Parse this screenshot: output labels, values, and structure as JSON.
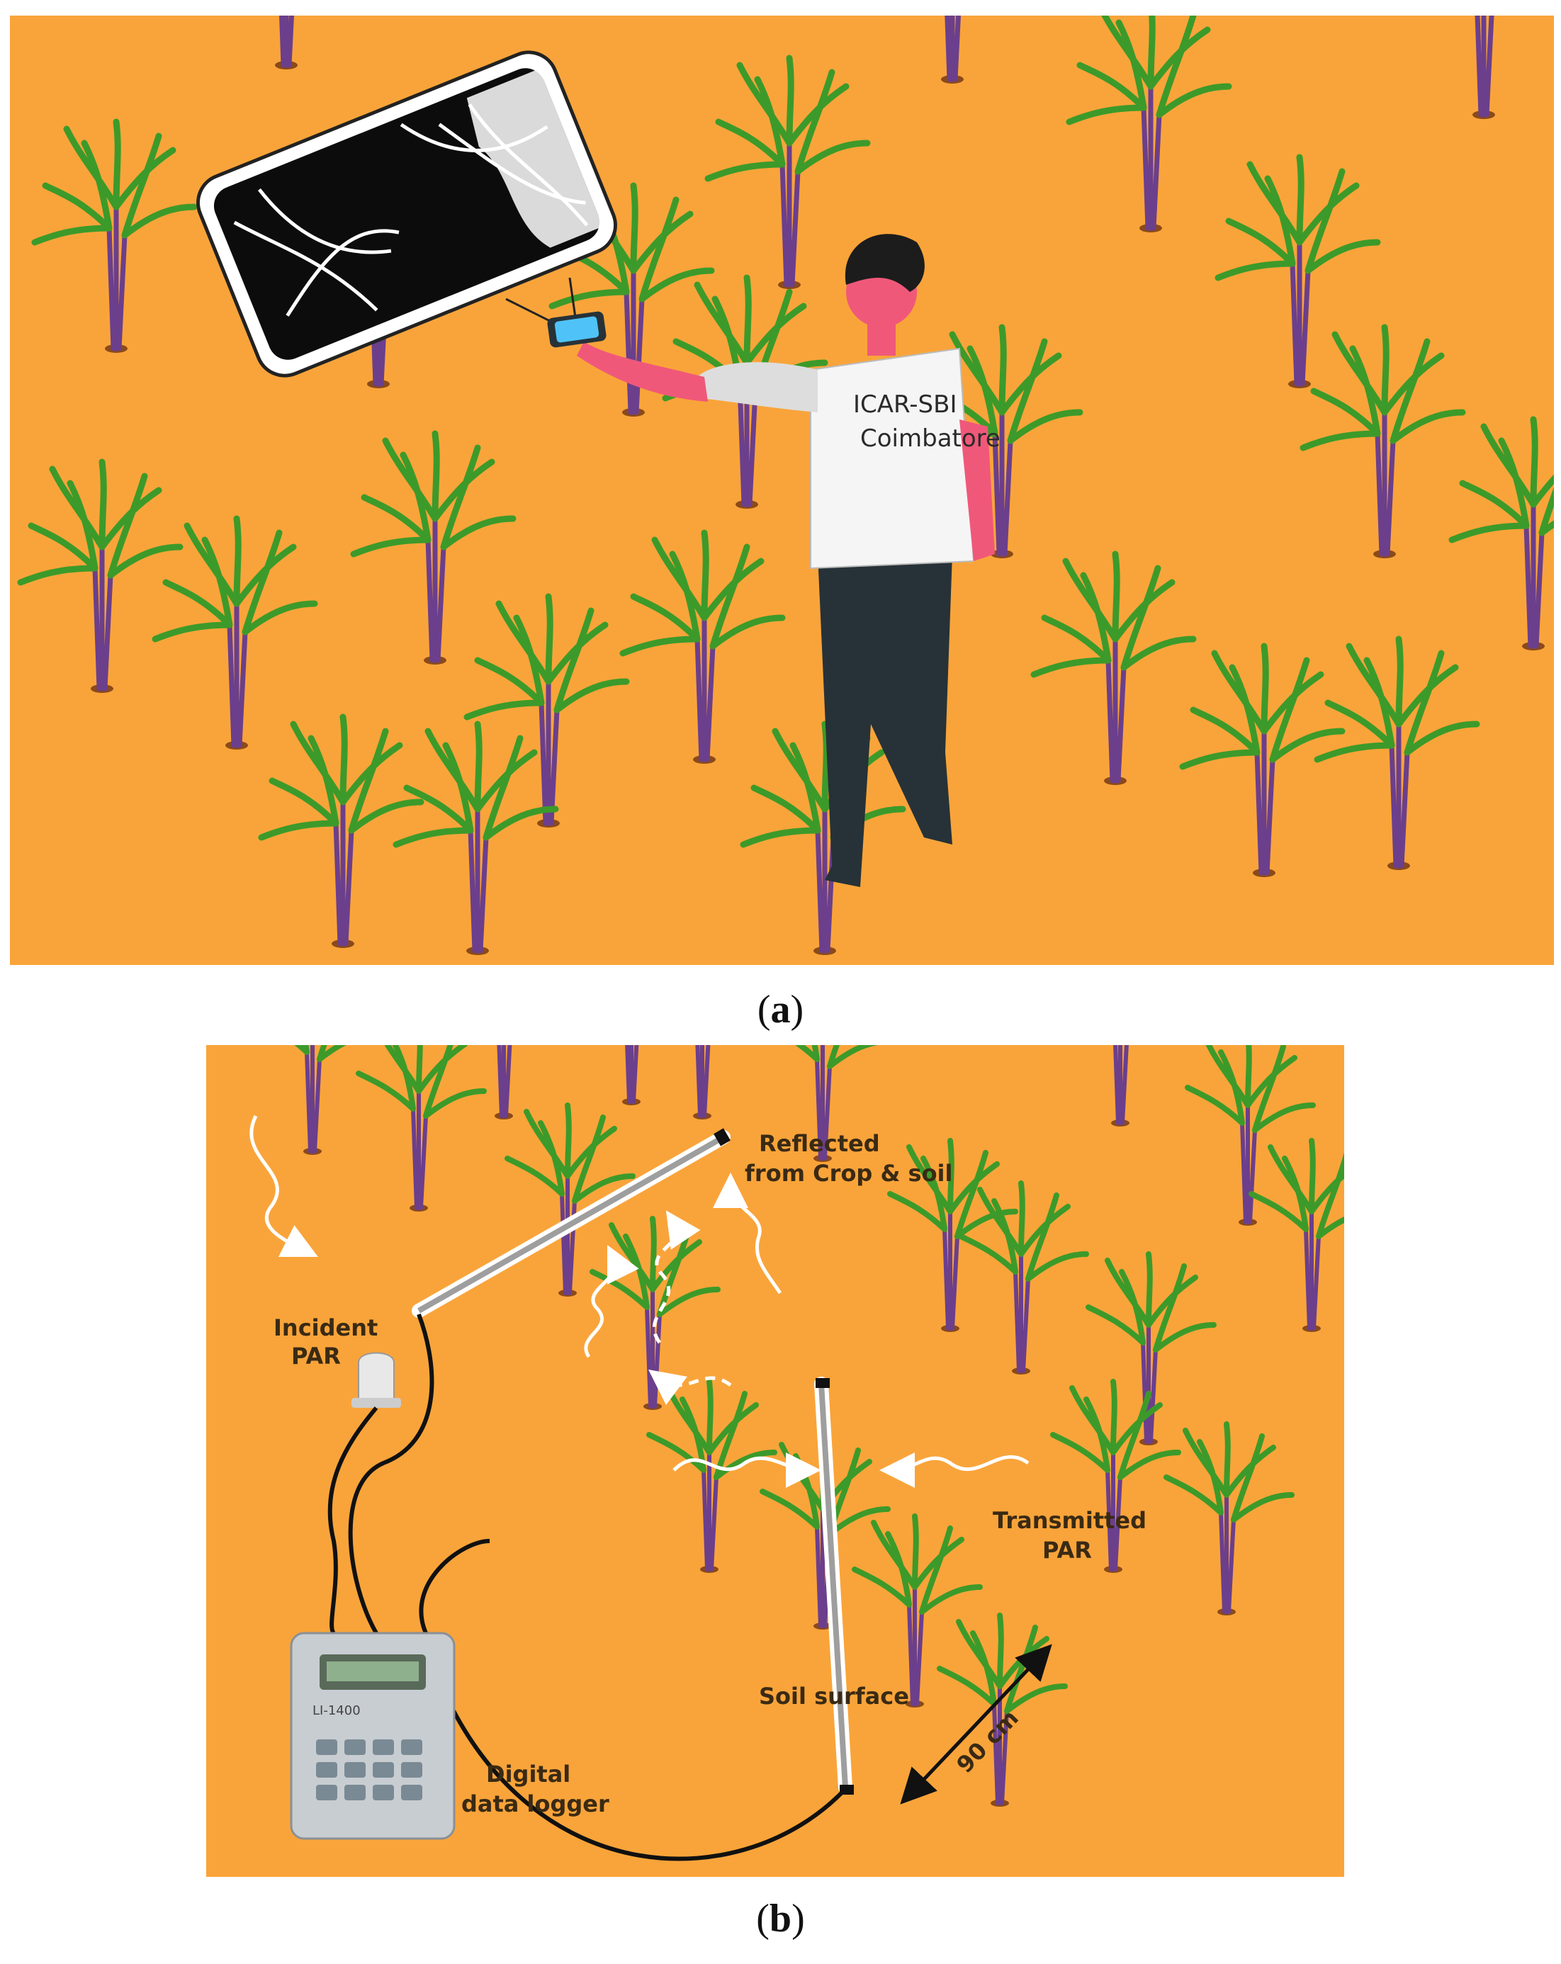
{
  "panel_a": {
    "caption_letter": "a",
    "shirt_line1": "ICAR-SBI",
    "shirt_line2": "Coimbatore"
  },
  "panel_b": {
    "caption_letter": "b",
    "labels": {
      "reflected_line1": "Reflected",
      "reflected_line2": "from Crop & soil",
      "incident_line1": "Incident",
      "incident_line2": "PAR",
      "transmitted_line1": "Transmitted",
      "transmitted_line2": "PAR",
      "soil_surface": "Soil surface",
      "logger_line1": "Digital",
      "logger_line2": "data logger",
      "distance": "90 cm",
      "device_model": "LI-1400"
    }
  },
  "colors": {
    "field": "#F9A43A",
    "leaf": "#3C9A2A",
    "stalk": "#6B3F8C",
    "shirt": "#F5F5F5",
    "pants": "#263238",
    "skin": "#F0587A"
  }
}
